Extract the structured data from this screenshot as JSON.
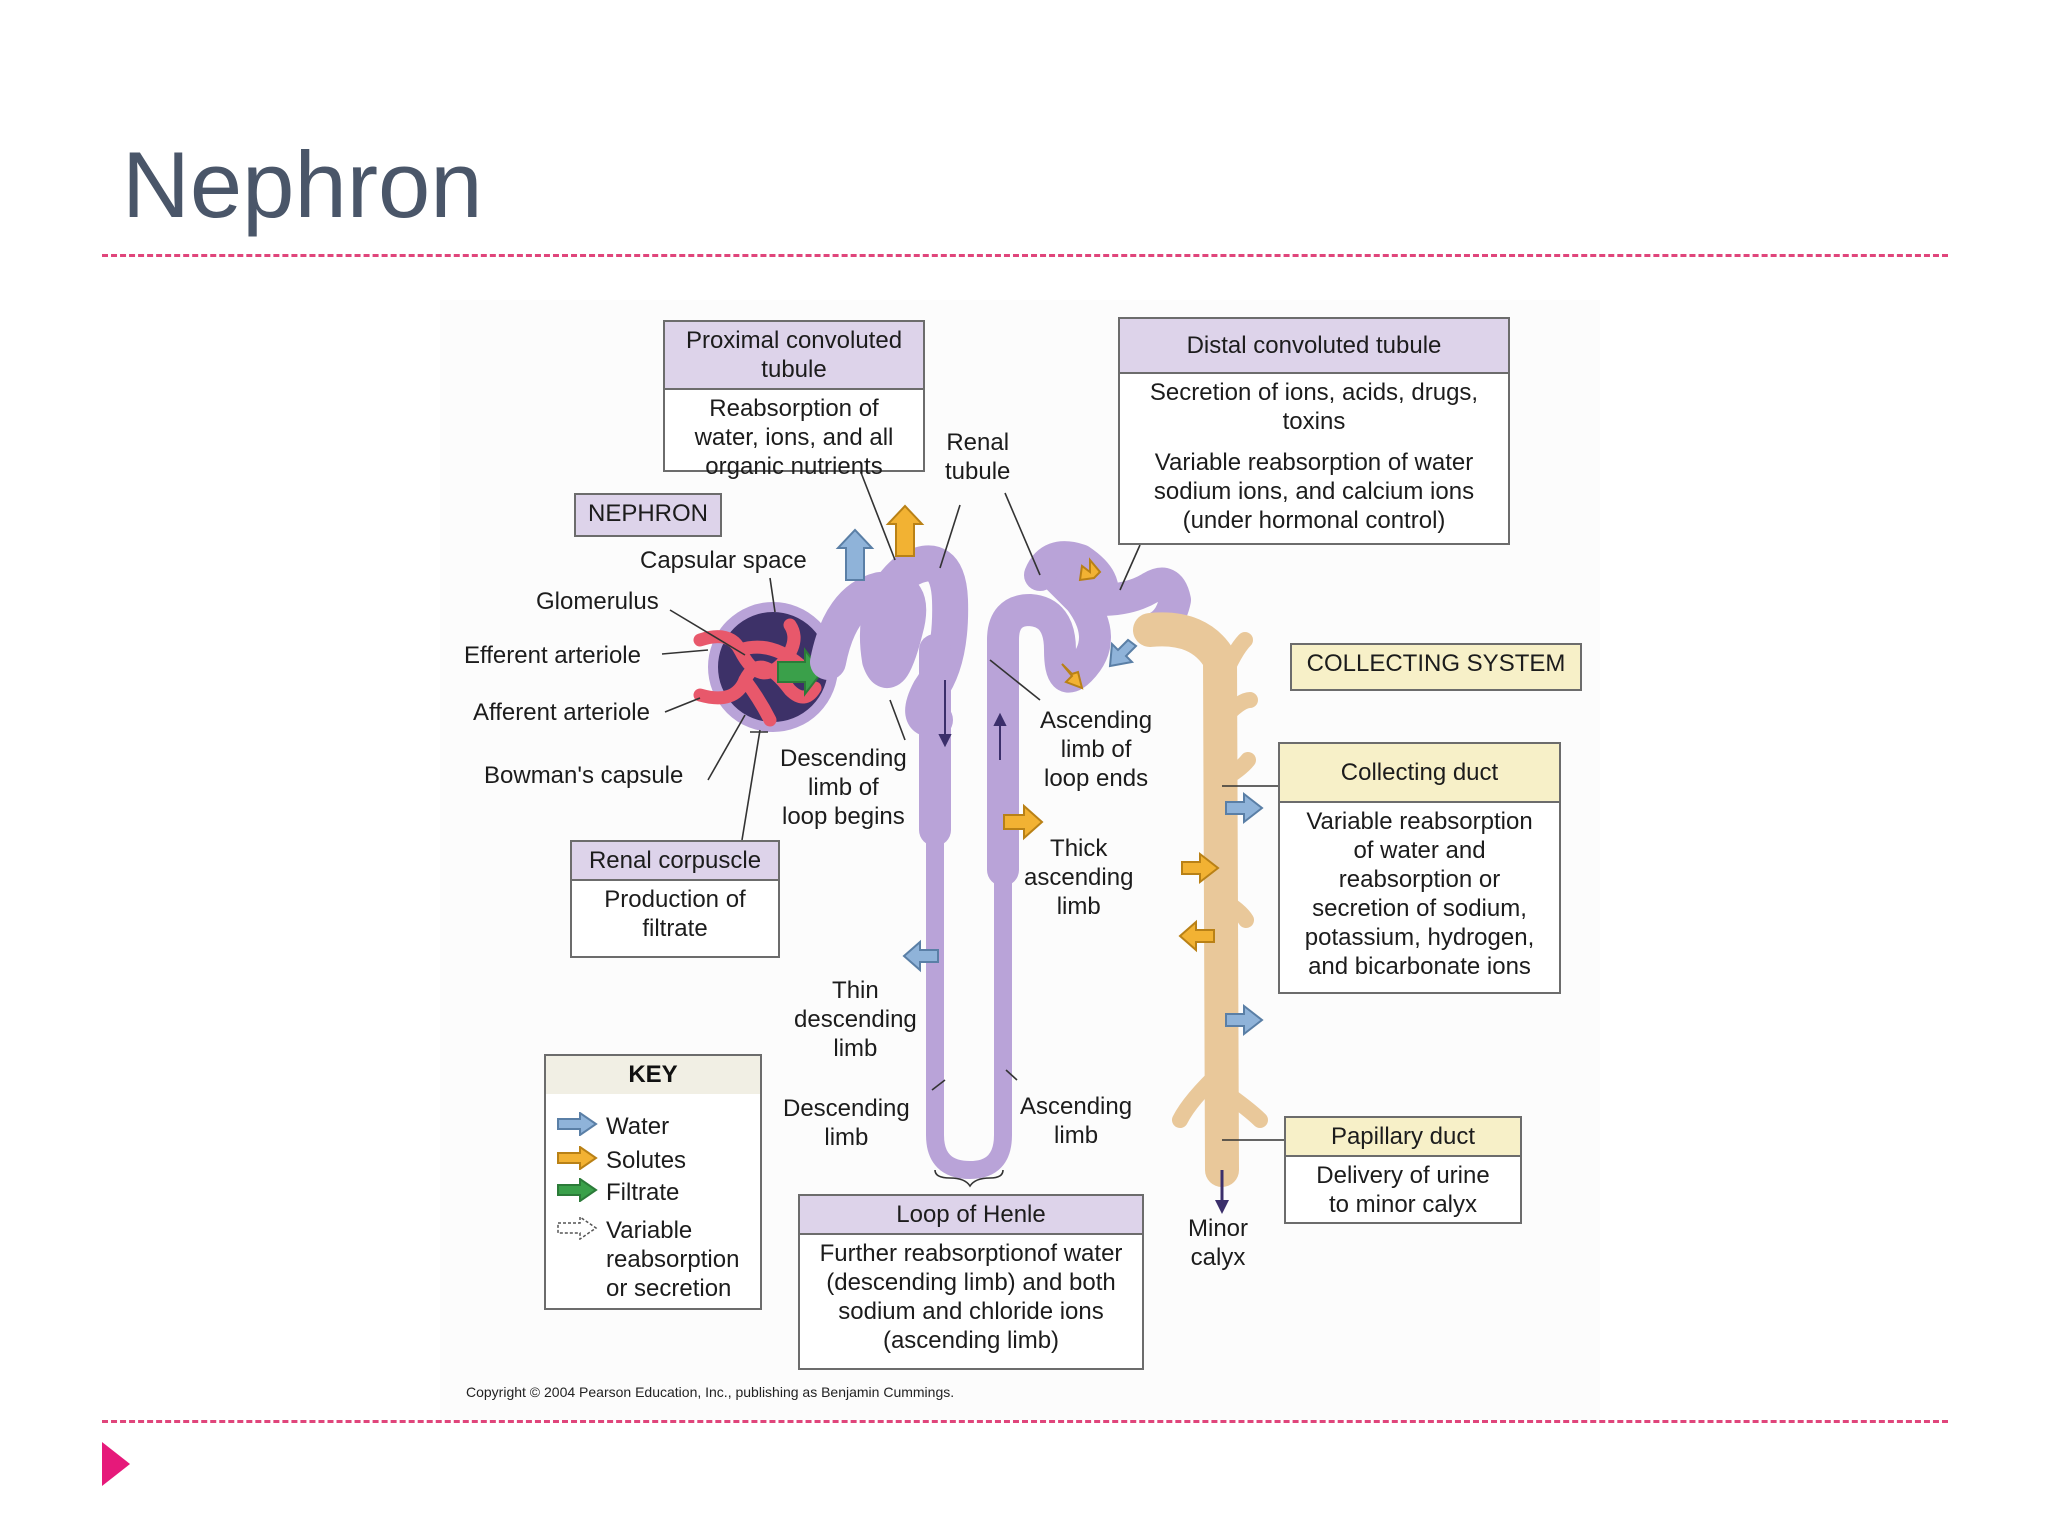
{
  "slide": {
    "title": "Nephron",
    "copyright": "Copyright © 2004 Pearson Education, Inc., publishing as Benjamin Cummings."
  },
  "colors": {
    "title": "#4a5669",
    "rule": "#e0457b",
    "marker": "#e6197a",
    "tubule": "#b9a3d8",
    "collecting": "#e9c89a",
    "water_arrow": "#8fb3d9",
    "solutes_arrow": "#f2b233",
    "filtrate_arrow": "#3aa04a",
    "glomerulus": "#e8586b"
  },
  "diagram": {
    "nephron_tag": "NEPHRON",
    "collecting_tag": "COLLECTING SYSTEM",
    "pct": {
      "title": "Proximal convoluted\ntubule",
      "body": "Reabsorption of\nwater, ions, and all\norganic nutrients"
    },
    "dct": {
      "title": "Distal convoluted tubule",
      "body1": "Secretion of ions, acids, drugs,\ntoxins",
      "body2": "Variable reabsorption of water\nsodium ions, and calcium ions\n(under hormonal control)"
    },
    "renal_corpuscle": {
      "title": "Renal corpuscle",
      "body": "Production of\nfiltrate"
    },
    "collecting_duct": {
      "title": "Collecting duct",
      "body": "Variable reabsorption\nof water and\nreabsorption or\nsecretion of sodium,\npotassium, hydrogen,\nand bicarbonate ions"
    },
    "papillary_duct": {
      "title": "Papillary duct",
      "body": "Delivery of urine\nto minor calyx"
    },
    "loop_henle": {
      "title": "Loop of Henle",
      "body": "Further reabsorptionof water\n(descending limb) and both\nsodium and chloride ions\n(ascending limb)"
    },
    "labels": {
      "renal_tubule": "Renal\ntubule",
      "capsular_space": "Capsular space",
      "glomerulus": "Glomerulus",
      "efferent": "Efferent arteriole",
      "afferent": "Afferent arteriole",
      "bowmans": "Bowman's capsule",
      "desc_begins": "Descending\nlimb of\nloop begins",
      "asc_ends": "Ascending\nlimb of\nloop ends",
      "thick_asc": "Thick\nascending\nlimb",
      "thin_desc": "Thin\ndescending\nlimb",
      "desc_limb": "Descending\nlimb",
      "asc_limb": "Ascending\nlimb",
      "minor_calyx": "Minor\ncalyx"
    },
    "key": {
      "title": "KEY",
      "items": [
        {
          "label": "Water",
          "icon": "water-arrow-icon"
        },
        {
          "label": "Solutes",
          "icon": "solutes-arrow-icon"
        },
        {
          "label": "Filtrate",
          "icon": "filtrate-arrow-icon"
        },
        {
          "label": "Variable\nreabsorption\nor secretion",
          "icon": "dashed-arrow-icon"
        }
      ]
    }
  }
}
